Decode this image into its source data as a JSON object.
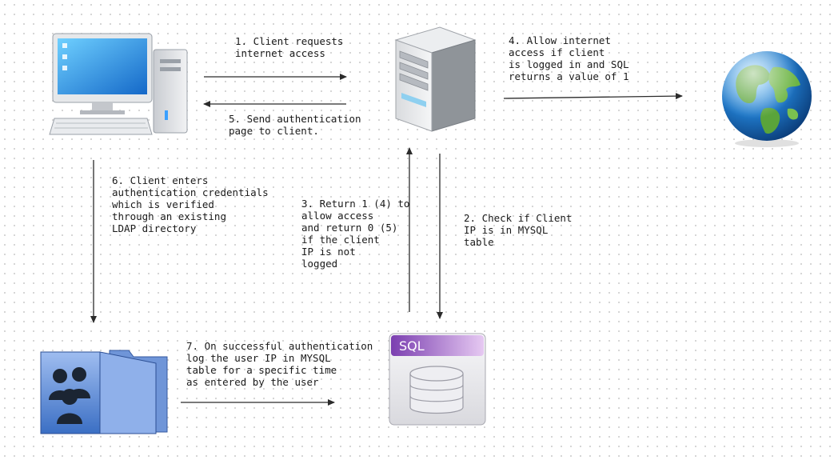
{
  "steps": {
    "step1": "1. Client requests\ninternet access",
    "step2": "2. Check if Client\nIP is in MYSQL\ntable",
    "step3": "3. Return 1 (4) to\nallow access\nand return 0 (5)\nif the client\nIP is not\nlogged",
    "step4": "4. Allow internet\naccess if client\nis logged in and SQL\nreturns a value of 1",
    "step5": "5. Send authentication\npage to client.",
    "step6": "6. Client enters\nauthentication credentials\nwhich is verified\nthrough an existing\nLDAP directory",
    "step7": "7. On successful authentication\nlog the user IP in MYSQL\ntable for a specific time\nas entered by the user"
  },
  "nodes": {
    "client": "computer-icon",
    "server": "server-icon",
    "internet": "globe-icon",
    "ldap": "ldap-folder-icon",
    "database": {
      "icon": "sql-database-icon",
      "label": "SQL"
    }
  },
  "colors": {
    "arrow": "#2b2b2b",
    "sql_header": "#9b59b6",
    "globe_ocean": "#1f78c8",
    "globe_land": "#5aa43a",
    "folder": "#3b6fc4"
  }
}
